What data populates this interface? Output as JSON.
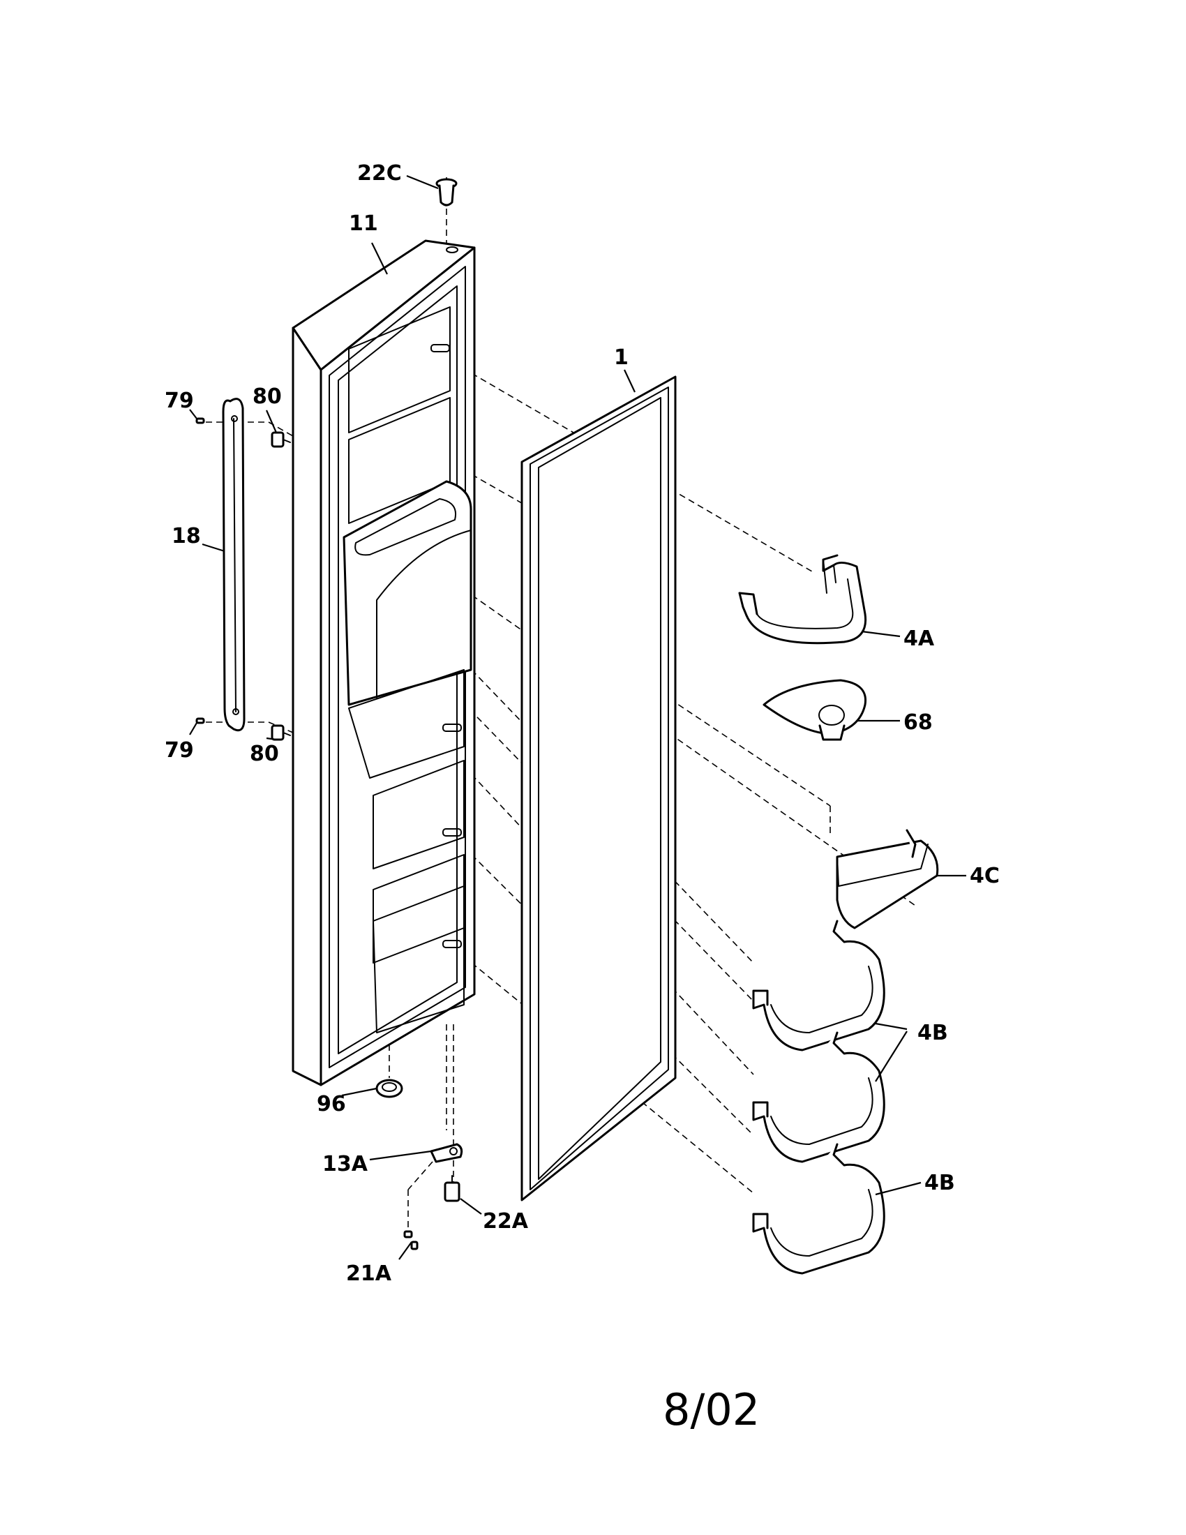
{
  "callouts": {
    "c22C": "22C",
    "c11": "11",
    "c1": "1",
    "c79a": "79",
    "c80a": "80",
    "c18": "18",
    "c79b": "79",
    "c80b": "80",
    "c4A": "4A",
    "c68": "68",
    "c4C": "4C",
    "c4B_pair": "4B",
    "c4B_single": "4B",
    "c96": "96",
    "c13A": "13A",
    "c22A": "22A",
    "c21A": "21A"
  },
  "footer": {
    "date_code": "8/02"
  }
}
